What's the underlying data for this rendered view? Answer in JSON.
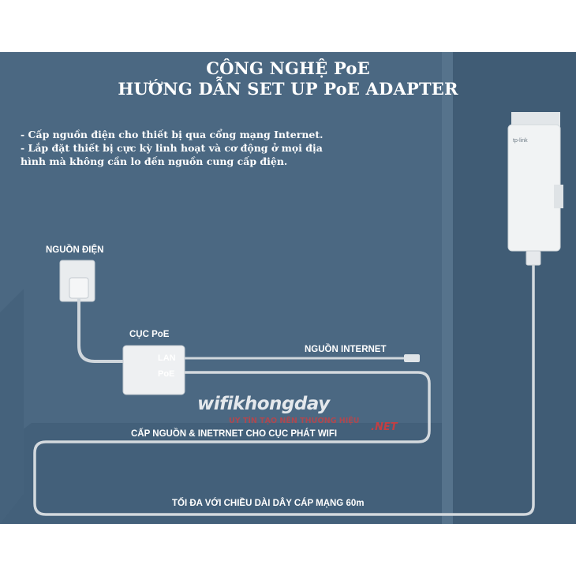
{
  "title_line1": "CÔNG NGHỆ PoE",
  "title_line2": "HƯỚNG DẪN SET UP PoE ADAPTER",
  "desc_line1": "- Cấp nguồn điện cho thiết bị qua cổng mạng Internet.",
  "desc_line2": "- Lắp đặt thiết bị cực kỳ linh hoạt và cơ động ở mọi địa",
  "desc_line3": "hình mà không cần lo đến nguồn cung cấp điện.",
  "label_power_source": "NGUỒN ĐIỆN",
  "label_poe_box": "CỤC PoE",
  "port_lan": "LAN",
  "port_poe": "PoE",
  "label_internet_source": "NGUỒN INTERNET",
  "label_power_internet_to_ap": "CẤP NGUỒN & INETRNET CHO CỤC PHÁT WIFI",
  "label_max_cable_length": "TỐI ĐA VỚI CHIỀU DÀI DÂY CÁP MẠNG  60m",
  "ap_logo": "tp-link",
  "watermark_brand": "wifikhongday",
  "watermark_tagline": "UY TÍN TẠO NÊN THƯƠNG HIỆU",
  "watermark_tld": ".NET",
  "colors": {
    "background_wall": "#4b6882",
    "wall_dark": "#3f5b74",
    "cable": "#cfd6dc",
    "device_white": "#f1f3f4",
    "text": "#ffffff",
    "watermark_red": "#d93a3a"
  }
}
